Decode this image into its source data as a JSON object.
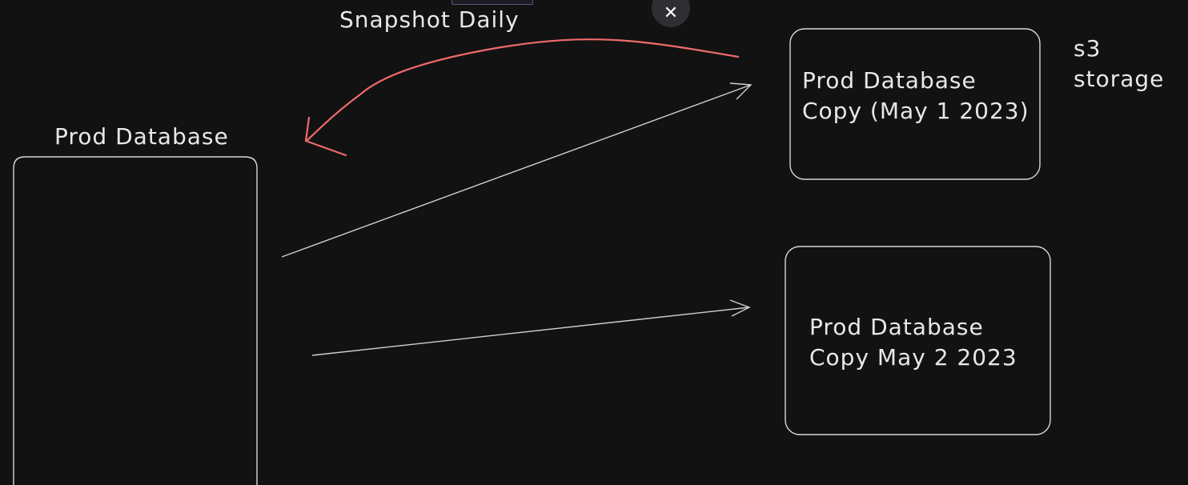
{
  "diagram": {
    "snapshot_label": "Snapshot Daily",
    "source_box_label": "Prod Database",
    "copy1_line1": "Prod Database",
    "copy1_line2": "Copy (May 1 2023)",
    "copy2_line1": "Prod Database",
    "copy2_line2": "Copy May 2 2023",
    "storage_line1": "s3",
    "storage_line2": "storage"
  },
  "controls": {
    "close_symbol": "✕"
  },
  "colors": {
    "background": "#121212",
    "stroke": "#d8d8d8",
    "accent_arrow": "#f06a6a",
    "close_button_bg": "#2f2f33"
  }
}
